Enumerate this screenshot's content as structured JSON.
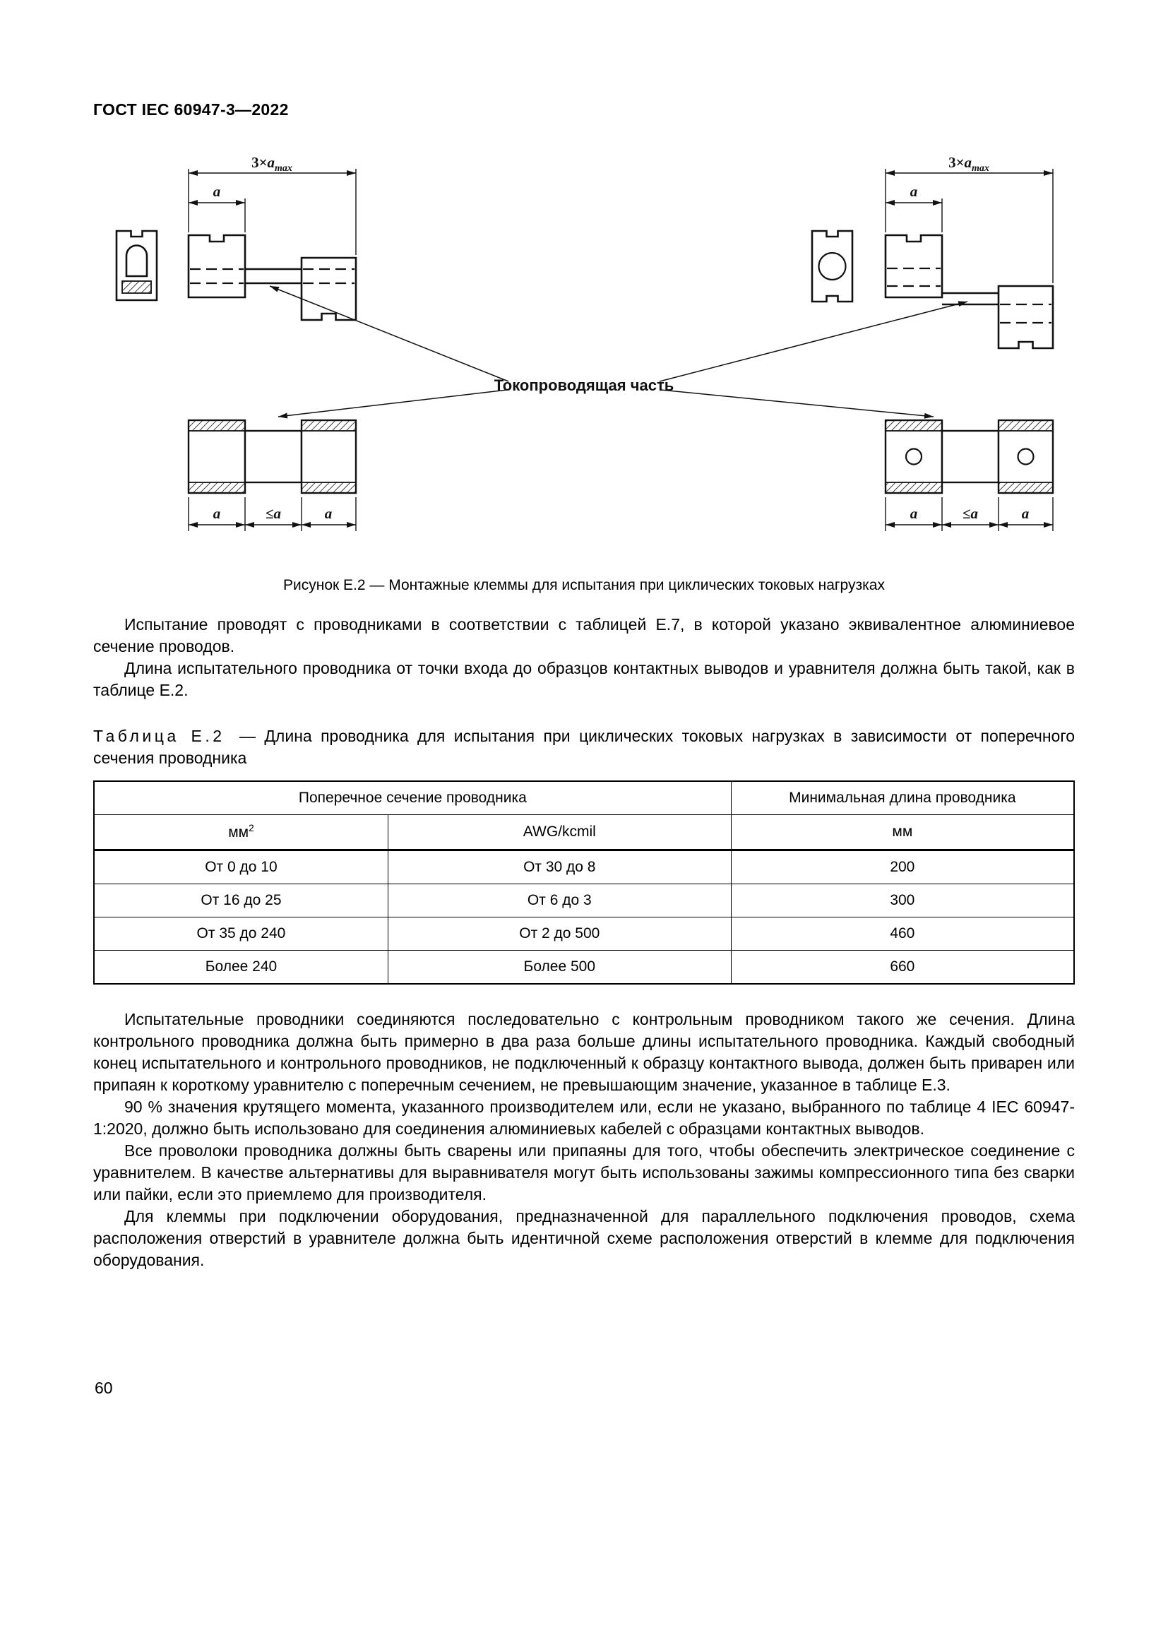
{
  "page": {
    "header": "ГОСТ IEC 60947-3—2022",
    "number": "60"
  },
  "figure": {
    "caption": "Рисунок Е.2 — Монтажные клеммы для испытания при циклических токовых нагрузках",
    "labels": {
      "three_a": "3×",
      "var_a": "a",
      "sub_max": "max",
      "le": "≤",
      "conductive_part": "Токопроводящая часть"
    }
  },
  "intro": {
    "p1": "Испытание проводят с проводниками в соответствии с таблицей Е.7, в которой указано эквивалентное алюминиевое сечение проводов.",
    "p2": "Длина испытательного проводника от точки входа до образцов контактных выводов и уравнителя должна быть такой, как в таблице Е.2."
  },
  "table": {
    "label": "Таблица Е.2",
    "title": "— Длина проводника для испытания при циклических токовых нагрузках в зависимости от поперечного сечения проводника",
    "group_headers": {
      "cross_section": "Поперечное сечение проводника",
      "min_length": "Минимальная длина проводника"
    },
    "sub_headers": {
      "mm2_base": "мм",
      "mm2_sup": "2",
      "awg": "AWG/kcmil",
      "mm": "мм"
    },
    "rows": [
      {
        "mm2": "От 0 до 10",
        "awg": "От 30 до 8",
        "len": "200"
      },
      {
        "mm2": "От 16 до 25",
        "awg": "От 6 до 3",
        "len": "300"
      },
      {
        "mm2": "От 35 до 240",
        "awg": "От 2 до 500",
        "len": "460"
      },
      {
        "mm2": "Более 240",
        "awg": "Более 500",
        "len": "660"
      }
    ]
  },
  "body": {
    "p1": "Испытательные проводники соединяются последовательно с контрольным проводником такого же сечения. Длина контрольного проводника должна быть примерно в два раза больше длины испытательного проводника. Каждый свободный конец испытательного и контрольного проводников, не подключенный к образцу контактного вывода, должен быть приварен или припаян к короткому уравнителю с поперечным сечением, не превышающим значение, указанное в таблице Е.3.",
    "p2": "90 % значения крутящего момента, указанного производителем или, если не указано, выбранного по таблице 4 IEC 60947-1:2020, должно быть использовано для соединения алюминиевых кабелей с образцами контактных выводов.",
    "p3": "Все проволоки проводника должны быть сварены или припаяны для того, чтобы обеспечить электрическое соединение с уравнителем. В качестве альтернативы для выравнивателя могут быть использованы зажимы компрессионного типа без сварки или пайки, если это приемлемо для производителя.",
    "p4": "Для клеммы при подключении оборудования, предназначенной для параллельного подключения проводов, схема расположения отверстий в уравнителе должна быть идентичной схеме расположения отверстий в клемме для подключения оборудования."
  }
}
